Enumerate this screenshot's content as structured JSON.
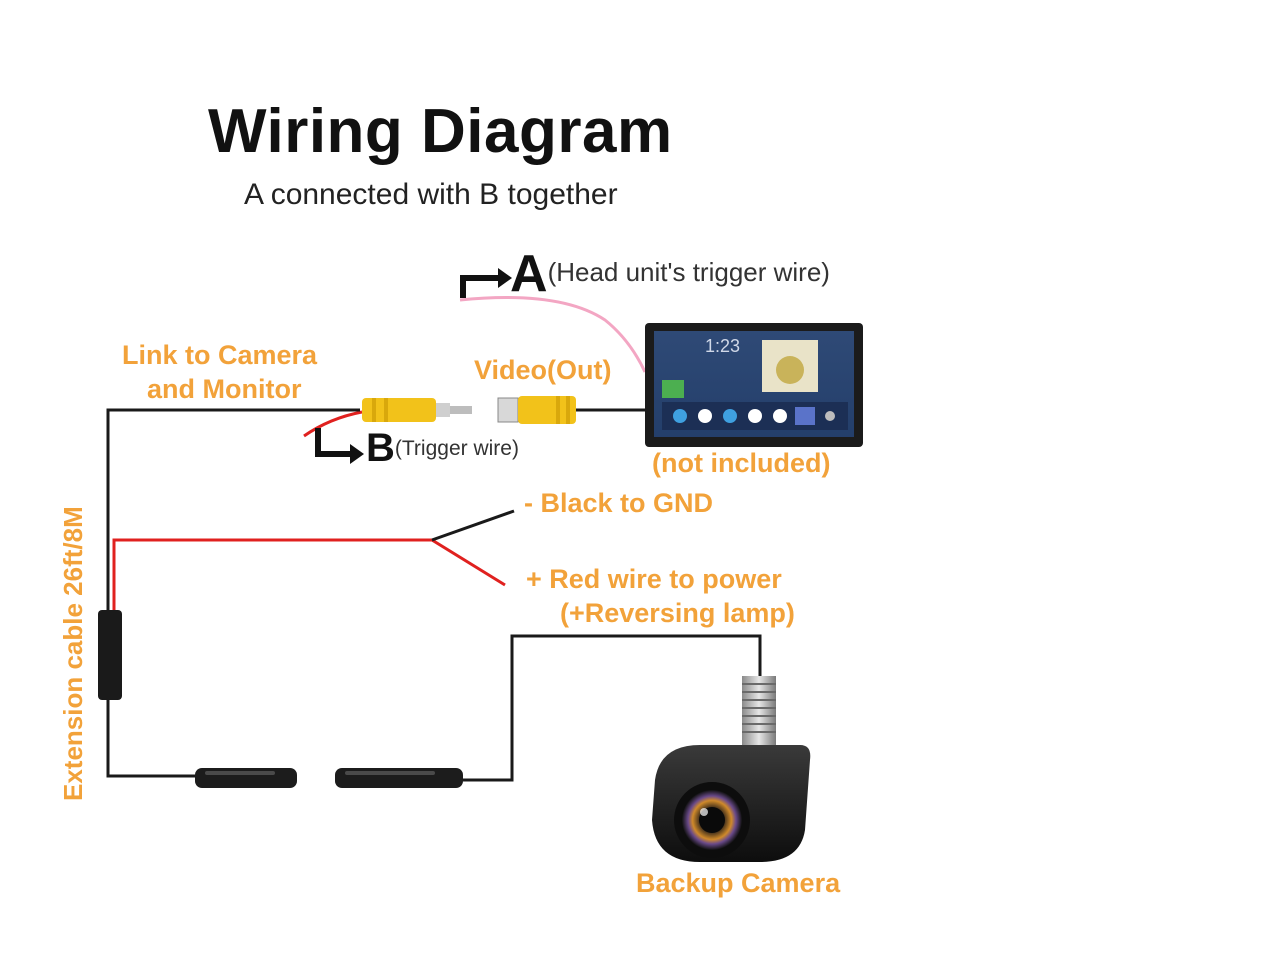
{
  "title": "Wiring Diagram",
  "subtitle": "A connected with B together",
  "label_a": {
    "letter": "A",
    "text": "(Head unit's trigger wire)"
  },
  "label_b": {
    "letter": "B",
    "text": "(Trigger wire)"
  },
  "link_label": [
    "Link to Camera",
    "and Monitor"
  ],
  "video_out": "Video(Out)",
  "not_included": "(not included)",
  "black_gnd": "- Black to GND",
  "red_power": [
    "+ Red wire to power",
    "(+Reversing lamp)"
  ],
  "extension": "Extension cable 26ft/8M",
  "backup_camera": "Backup Camera",
  "monitor_screen": {
    "time": "1:23"
  },
  "colors": {
    "label_orange": "#f2a23a",
    "wire_black": "#1a1a1a",
    "wire_red": "#e0211f",
    "wire_pink": "#f3a6c3",
    "rca_yellow": "#f2c21a",
    "monitor_body": "#1b1b1b",
    "screen_blue": "#2b4f8a"
  }
}
